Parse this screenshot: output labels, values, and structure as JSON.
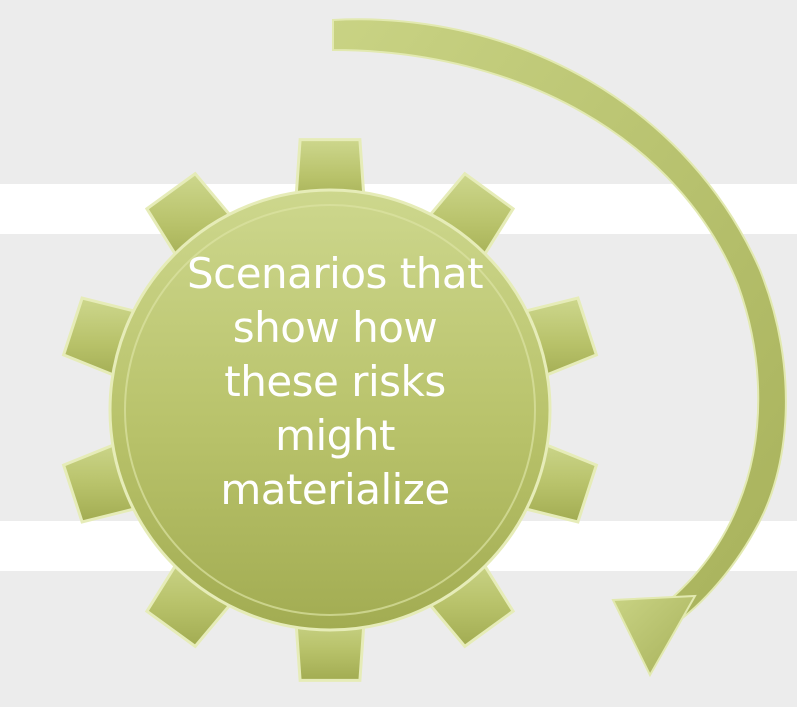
{
  "gear": {
    "lines": [
      "Scenarios that",
      "show how",
      "these risks",
      "might",
      "materialize"
    ]
  },
  "colors": {
    "background": "#ececec",
    "band": "#ffffff",
    "gear_light": "#cfd98f",
    "gear_dark": "#a3ad54",
    "gear_edge": "#e6ecb8",
    "text": "#ffffff"
  }
}
